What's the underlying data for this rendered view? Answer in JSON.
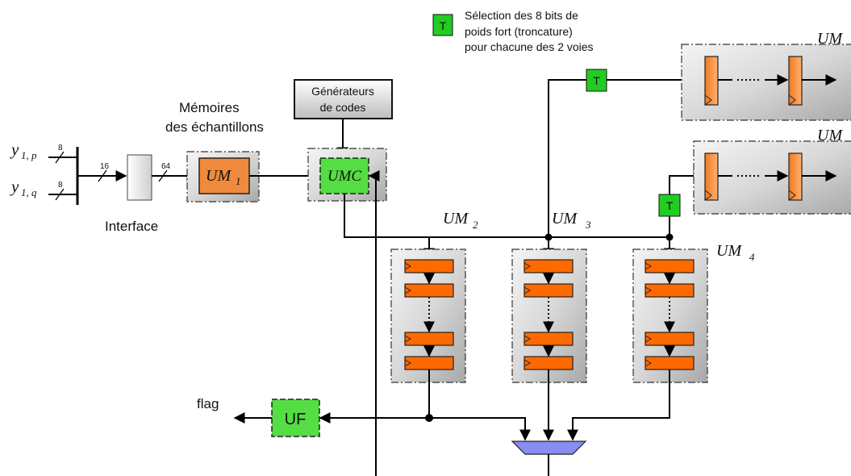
{
  "legend": {
    "symbol": "T",
    "line1": "Sélection des 8 bits de",
    "line2": "poids fort (troncature)",
    "line3": "pour chacune des 2 voies"
  },
  "inputs": {
    "yp_main": "y",
    "yp_sub": "1, p",
    "yq_main": "y",
    "yq_sub": "1, q",
    "width_p": "8",
    "width_q": "8",
    "width_16": "16",
    "width_64": "64"
  },
  "interface_label": "Interface",
  "memories_label_line1": "Mémoires",
  "memories_label_line2": "des échantillons",
  "generator_line1": "Générateurs",
  "generator_line2": "de codes",
  "um1": {
    "main": "UM",
    "sub": "1"
  },
  "umc": "UMC",
  "um2": {
    "main": "UM",
    "sub": "2"
  },
  "um3": {
    "main": "UM",
    "sub": "3"
  },
  "um4": {
    "main": "UM",
    "sub": "4"
  },
  "um_top_right_a": {
    "main": "UM"
  },
  "um_top_right_b": {
    "main": "UM"
  },
  "t_labels": [
    "T",
    "T"
  ],
  "uf": "UF",
  "flag": "flag",
  "colors": {
    "orange": "#ff6a00",
    "green": "#22cc22",
    "lightgreen": "#55dd44",
    "mux": "#8a8cf0"
  }
}
